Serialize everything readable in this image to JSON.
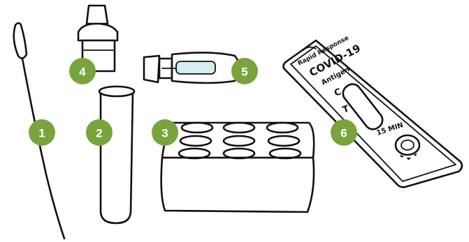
{
  "colors": {
    "badge": "#78A43E",
    "badge_text": "#FFFFFF",
    "ink": "#111111",
    "liquid": "#D5EDF3"
  },
  "items": [
    {
      "number": "1",
      "depicts": "swab"
    },
    {
      "number": "2",
      "depicts": "tube"
    },
    {
      "number": "3",
      "depicts": "tube-rack"
    },
    {
      "number": "4",
      "depicts": "dropper-cap"
    },
    {
      "number": "5",
      "depicts": "buffer-ampoule"
    },
    {
      "number": "6",
      "depicts": "test-cassette"
    }
  ],
  "cassette": {
    "brand": "Rapid Response",
    "title": "COVID-19",
    "subtitle": "Antigen",
    "line_c": "C",
    "line_t": "T",
    "timer": "15 MIN"
  }
}
